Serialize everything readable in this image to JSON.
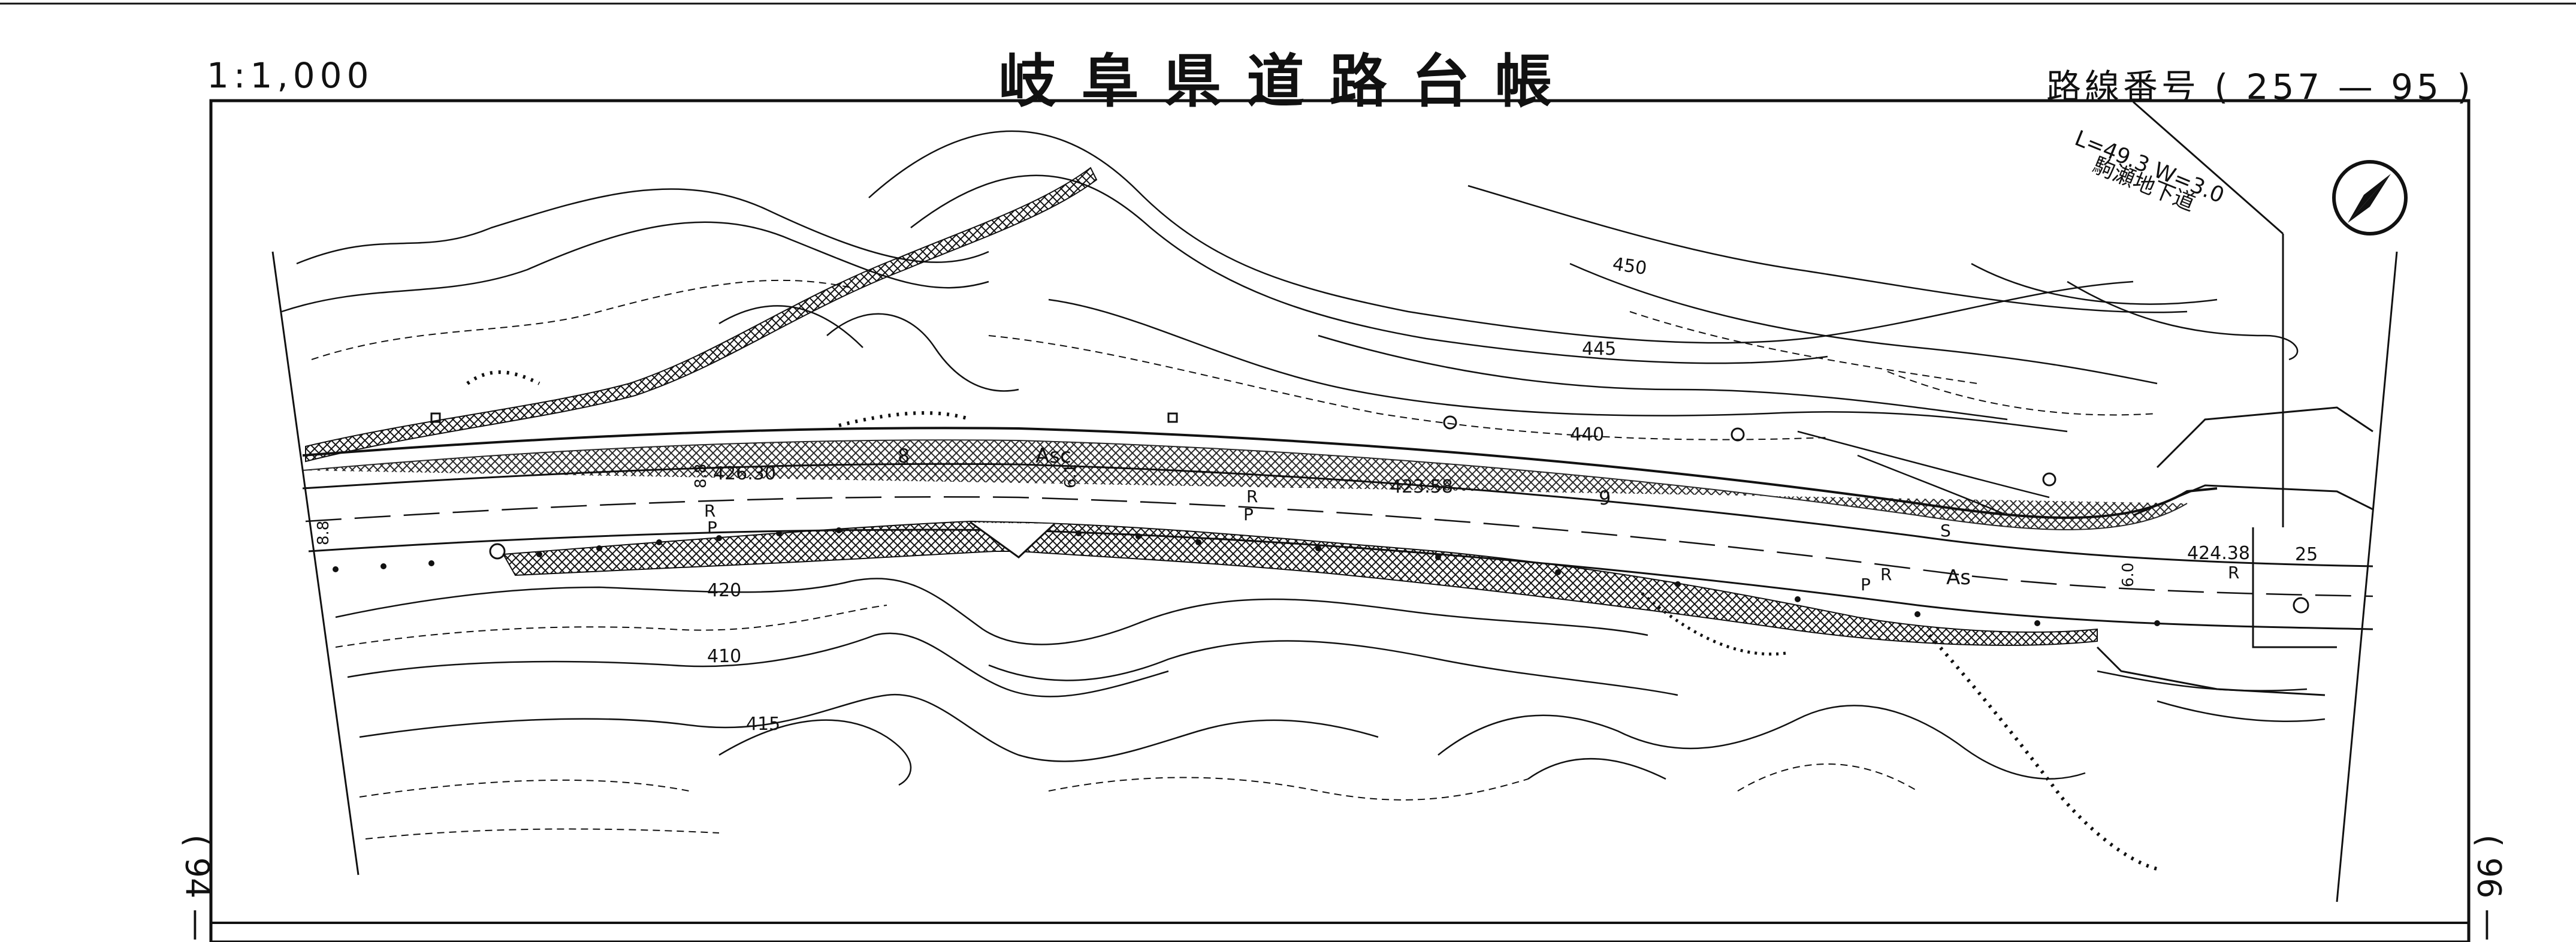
{
  "header": {
    "scale": "1:1,000",
    "title": "岐阜県道路台帳",
    "route_label": "路線番号 ( 257 — 95 )"
  },
  "side_refs": {
    "left": "( 94 —",
    "right": "( 96 —"
  },
  "map": {
    "contour_labels": [
      "450",
      "445",
      "440",
      "420",
      "410",
      "415"
    ],
    "elevations": [
      "426.30",
      "423.58",
      "424.38"
    ],
    "station_numbers": [
      "8",
      "9",
      "25"
    ],
    "road_widths": [
      "8.8",
      "8.8",
      "6.1",
      "6.0"
    ],
    "surface_labels": [
      "Asc",
      "As"
    ],
    "marker_labels": [
      "R",
      "P",
      "R",
      "P",
      "R",
      "P",
      "R",
      "S"
    ],
    "underpass": {
      "dimensions": "L=49.3 W=3.0",
      "name": "駒瀬地下道"
    },
    "north_arrow": "north-arrow",
    "colors": {
      "ink": "#111111",
      "paper": "#ffffff"
    }
  }
}
